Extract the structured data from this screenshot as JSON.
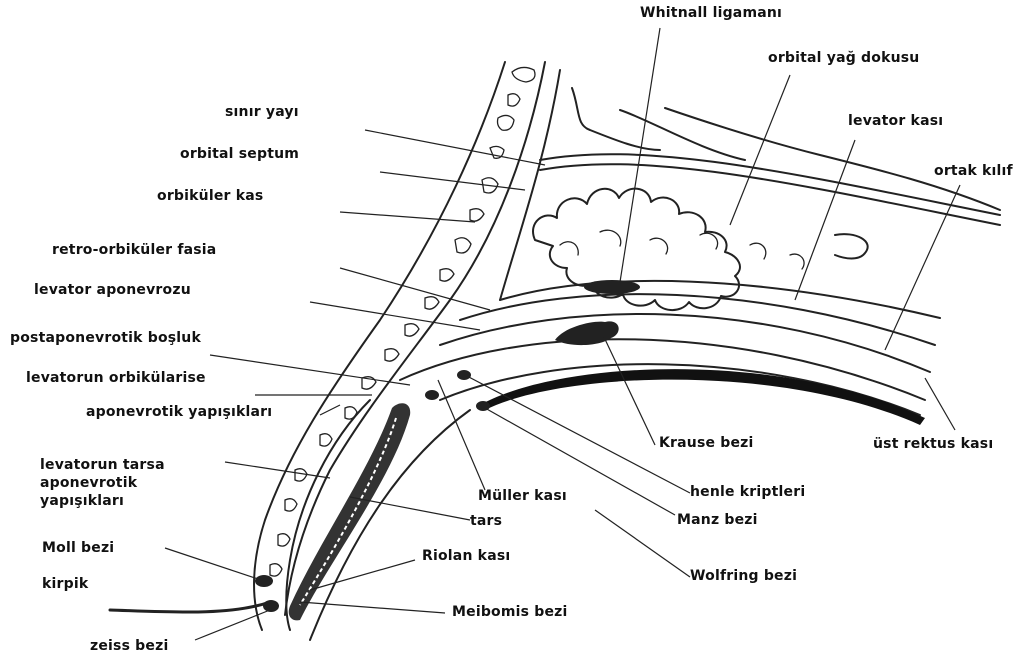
{
  "labels": {
    "whitnall": "Whitnall ligamanı",
    "orbital_fat": "orbital yağ dokusu",
    "sinir_yayi": "sınır yayı",
    "levator_kasi": "levator kası",
    "orbital_septum": "orbital septum",
    "ortak_kilif": "ortak kılıf",
    "orbikuler_kas": "orbiküler kas",
    "retro_orbikuler": "retro-orbiküler fasia",
    "levator_aponevrozu": "levator aponevrozu",
    "postaponevrotik": "postaponevrotik boşluk",
    "levatorun_orbikularise": "levatorun orbikülarise",
    "aponevrotik_yapisiklari": "aponevrotik yapışıkları",
    "krause": "Krause bezi",
    "ust_rektus": "üst rektus kası",
    "levatorun_tarsa": "levatorun tarsa\naponevrotik\nyapışıkları",
    "henle": "henle kriptleri",
    "muller": "Müller kası",
    "manz": "Manz bezi",
    "tars": "tars",
    "moll": "Moll bezi",
    "riolan": "Riolan kası",
    "wolfring": "Wolfring bezi",
    "kirpik": "kirpik",
    "meibomis": "Meibomis bezi",
    "zeiss": "zeiss bezi"
  }
}
